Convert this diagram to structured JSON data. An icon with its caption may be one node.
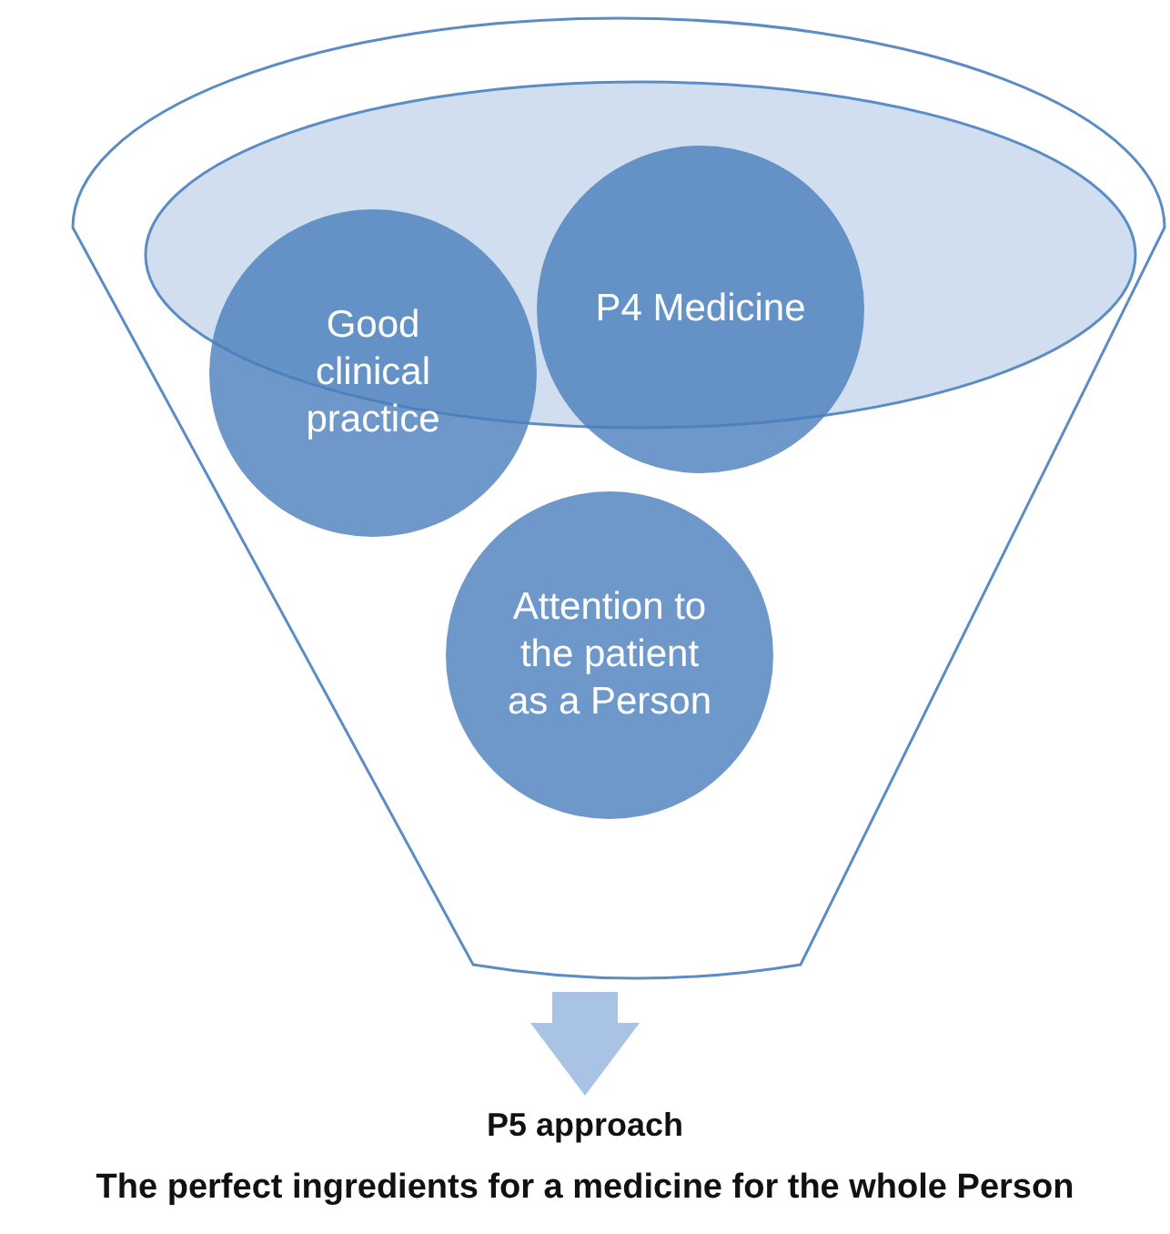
{
  "diagram": {
    "nodes": [
      {
        "text": [],
        "shape": "funnel"
      },
      {
        "text": [
          "Good clinical practice"
        ],
        "in": 0
      },
      {
        "text": [
          "P4 Medicine"
        ],
        "in": 0
      },
      {
        "text": [
          "Attention to the patient as a Person"
        ],
        "in": 0
      },
      {
        "text": [
          "P5 approach",
          "The perfect ingredients for a medicine for the whole Person"
        ]
      }
    ],
    "edges": [
      {
        "from": 0,
        "to": 4,
        "arrow": "to"
      }
    ]
  }
}
